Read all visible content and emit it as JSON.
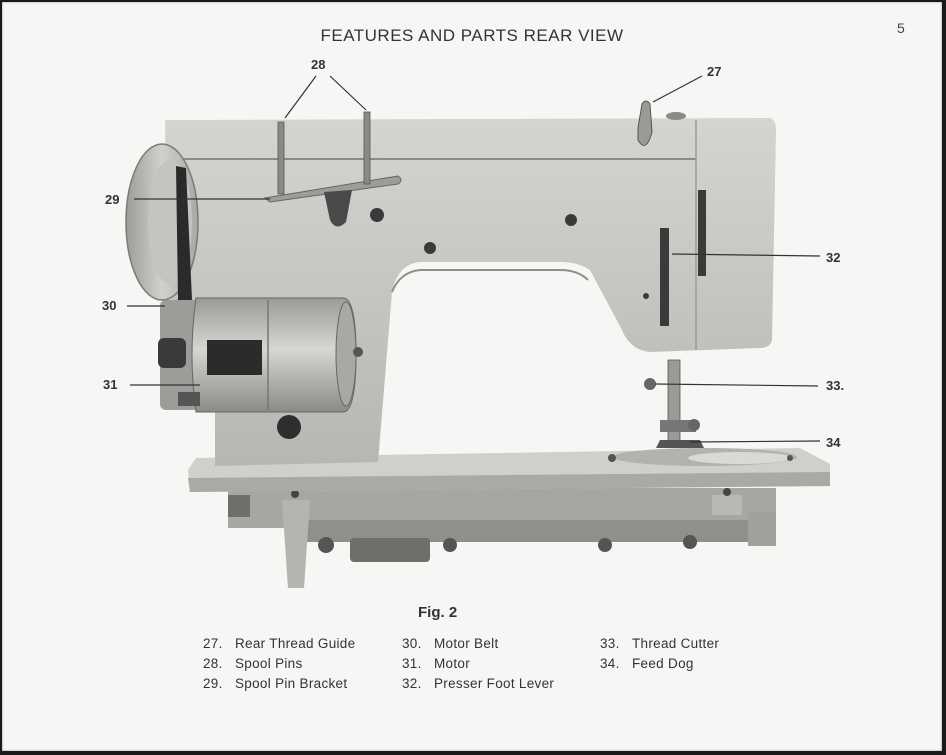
{
  "page_title": "FEATURES AND PARTS REAR VIEW",
  "page_number": "5",
  "figure_caption": "Fig. 2",
  "callouts": [
    "27",
    "28",
    "29",
    "30",
    "31",
    "32",
    "33.",
    "34"
  ],
  "legend": [
    {
      "num": "27.",
      "label": "Rear Thread Guide"
    },
    {
      "num": "28.",
      "label": "Spool Pins"
    },
    {
      "num": "29.",
      "label": "Spool Pin Bracket"
    },
    {
      "num": "30.",
      "label": "Motor Belt"
    },
    {
      "num": "31.",
      "label": "Motor"
    },
    {
      "num": "32.",
      "label": "Presser Foot Lever"
    },
    {
      "num": "33.",
      "label": "Thread Cutter"
    },
    {
      "num": "34.",
      "label": "Feed Dog"
    }
  ],
  "colors": {
    "page": "#f6f6f4",
    "machine_body": "#bfbfbc",
    "machine_shadow": "#8e8e8a",
    "ink": "#333333"
  }
}
